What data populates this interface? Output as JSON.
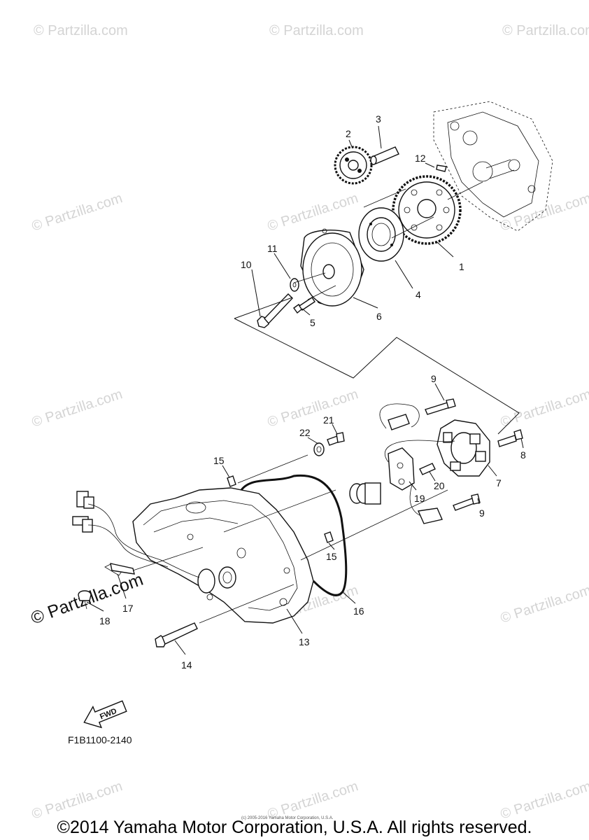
{
  "watermark": {
    "text": "© Partzilla.com"
  },
  "callouts": {
    "c1": "1",
    "c2": "2",
    "c3": "3",
    "c4": "4",
    "c5": "5",
    "c6": "6",
    "c7": "7",
    "c8": "8",
    "c9a": "9",
    "c9b": "9",
    "c10": "10",
    "c11": "11",
    "c12": "12",
    "c13": "13",
    "c14": "14",
    "c15a": "15",
    "c15b": "15",
    "c16": "16",
    "c17": "17",
    "c18": "18",
    "c19": "19",
    "c20": "20",
    "c21": "21",
    "c22": "22"
  },
  "fwd_label": "FWD",
  "diagram_code": "F1B1100-2140",
  "tiny_copyright": "(c) 2005-2016 Yamaha Motor Corporation, U.S.A.",
  "footer": "©2014 Yamaha Motor Corporation, U.S.A. All rights reserved."
}
